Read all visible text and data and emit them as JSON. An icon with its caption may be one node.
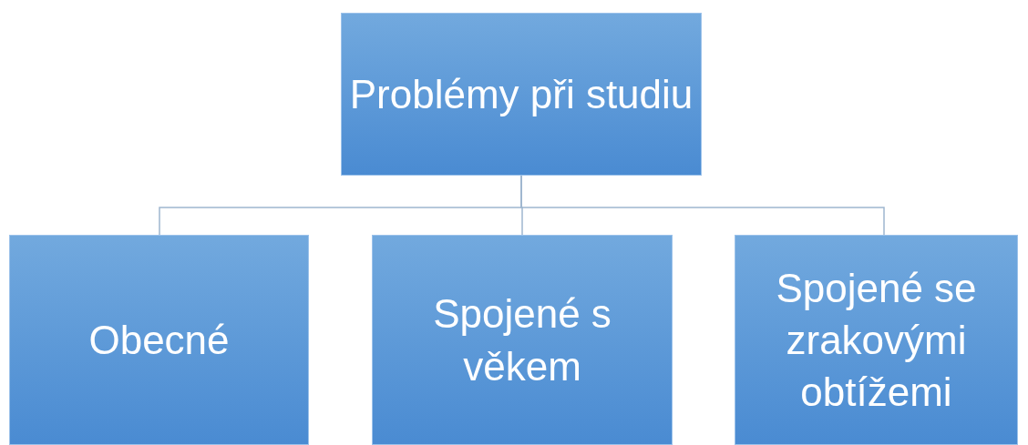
{
  "diagram": {
    "nodes": [
      {
        "text": [
          "Problémy při studiu"
        ]
      },
      {
        "text": [
          "Obecné"
        ]
      },
      {
        "text": [
          "Spojené s věkem"
        ]
      },
      {
        "text": [
          "Spojené se zrakovými obtížemi"
        ]
      }
    ],
    "edges": [
      {
        "from": 0,
        "to": 1,
        "arrow": "none"
      },
      {
        "from": 0,
        "to": 2,
        "arrow": "none"
      },
      {
        "from": 0,
        "to": 3,
        "arrow": "none"
      }
    ]
  }
}
